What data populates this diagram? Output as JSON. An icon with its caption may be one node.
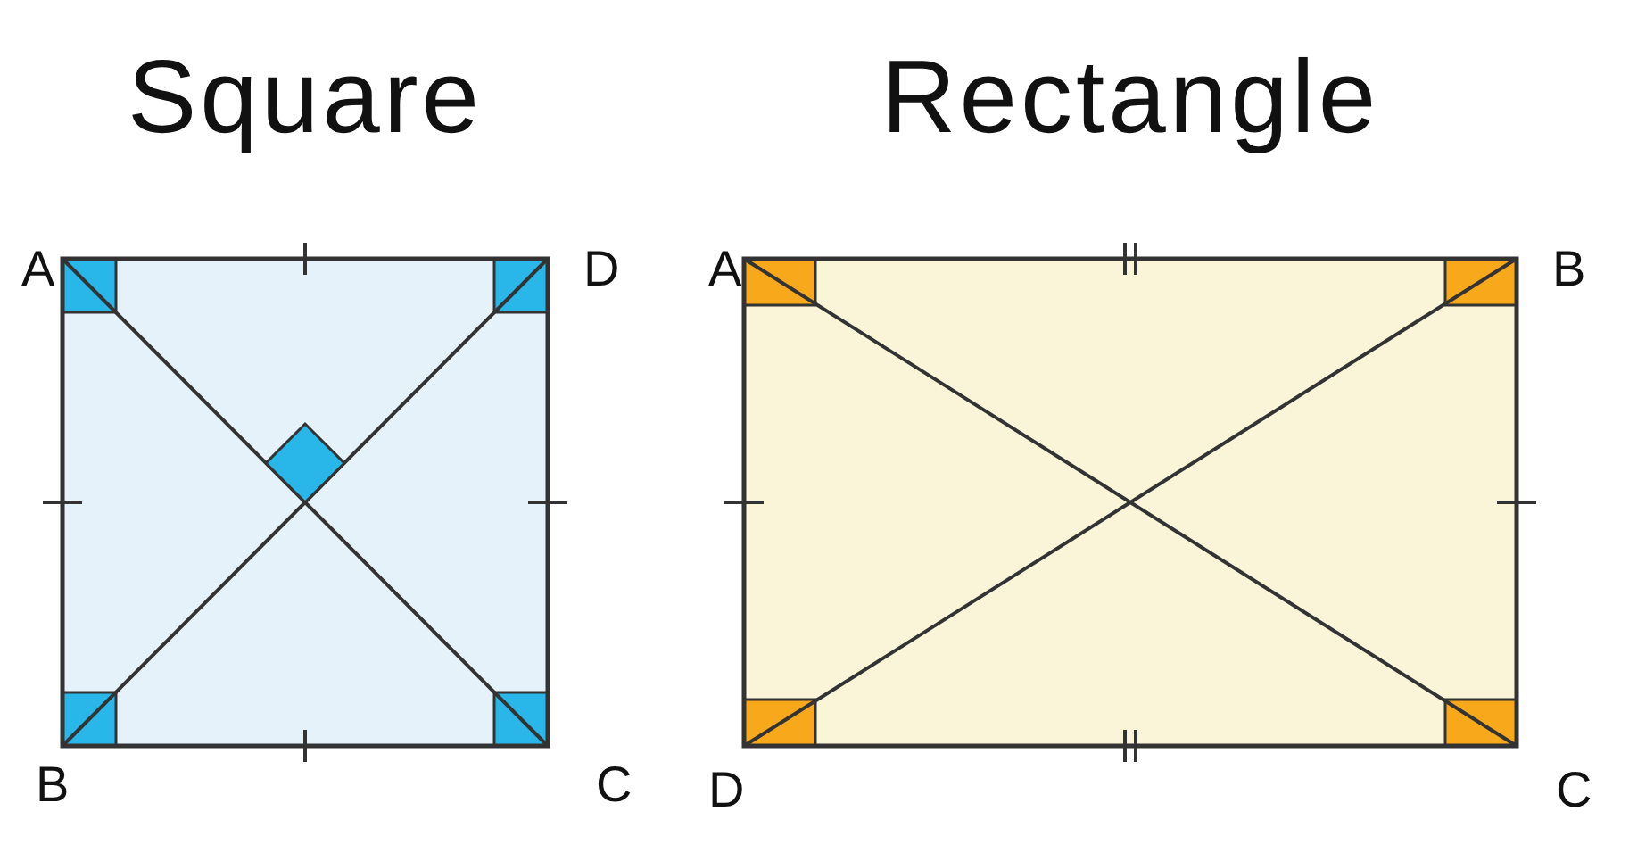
{
  "diagram": {
    "nodes": [
      {
        "text": [
          "Square"
        ]
      },
      {
        "text": [
          "Rectangle"
        ]
      }
    ],
    "labels": [
      "A",
      "D",
      "B",
      "C",
      "A",
      "B",
      "D",
      "C"
    ]
  }
}
